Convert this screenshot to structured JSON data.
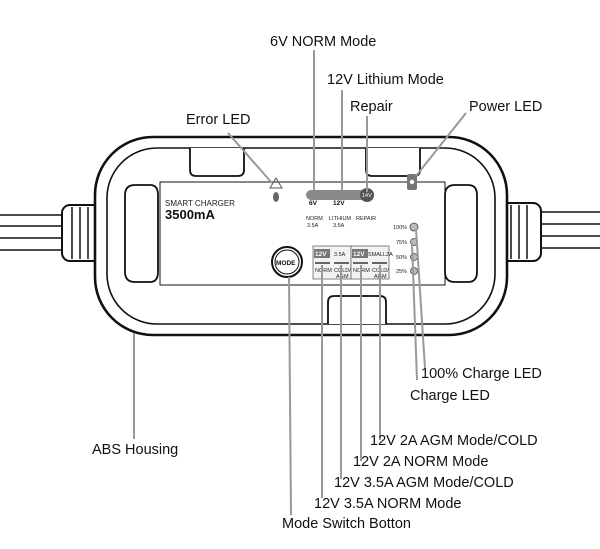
{
  "callouts": {
    "norm_6v_mode": "6V NORM Mode",
    "lithium_12v_mode": "12V Lithium Mode",
    "repair": "Repair",
    "power_led": "Power LED",
    "error_led": "Error LED",
    "charge_100_led": "100% Charge LED",
    "charge_led": "Charge LED",
    "abs_housing": "ABS Housing",
    "agm_2a_cold": "12V 2A AGM Mode/COLD",
    "norm_2a": "12V 2A NORM Mode",
    "agm_35a_cold": "12V 3.5A AGM Mode/COLD",
    "norm_35a": "12V 3.5A NORM Mode",
    "mode_switch": "Mode Switch Botton"
  },
  "device": {
    "brand_line1": "SMART CHARGER",
    "brand_line2": "3500mA",
    "mode_button": "MODE",
    "top_modes": {
      "v6": "6V",
      "v6_sub1": "NORM",
      "v6_sub2": "3.5A",
      "v12": "12V",
      "v12_sub1": "LITHIUM",
      "v12_sub2": "3.5A",
      "repair_icon": "14V",
      "repair_sub": "REPAIR"
    },
    "left_group": {
      "volt": "12V",
      "amp": "3.5A",
      "sub1": "NORM",
      "sub2a": "COLD/",
      "sub2b": "AGM"
    },
    "right_group": {
      "volt": "12V",
      "amp": "SMALL2A",
      "sub1": "NORM",
      "sub2a": "COLD/",
      "sub2b": "AGM"
    },
    "charge_levels": [
      "100%",
      "75%",
      "50%",
      "25%"
    ]
  }
}
